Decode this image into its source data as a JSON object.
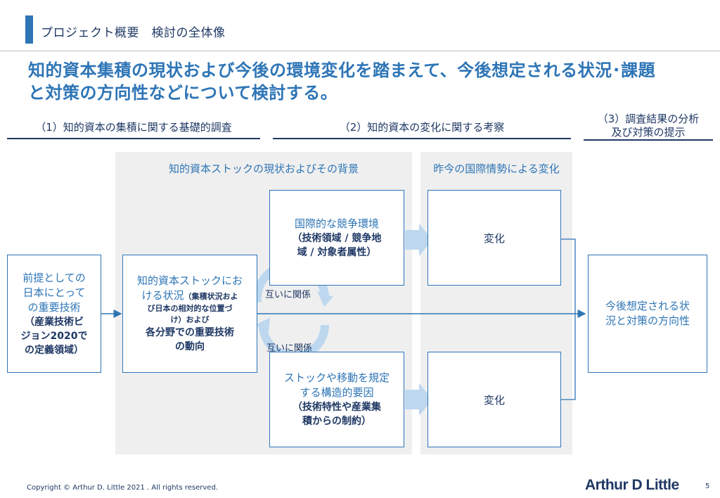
{
  "header": {
    "title": "プロジェクト概要　検討の全体像"
  },
  "headline": {
    "line1": "知的資本集積の現状および今後の環境変化を踏まえて、今後想定される状況･課題",
    "line2": "と対策の方向性などについて検討する。"
  },
  "sections": [
    {
      "label": "（1）知的資本の集積に関する基礎的調査"
    },
    {
      "label": "（2）知的資本の変化に関する考察"
    },
    {
      "label_line1": "（3）調査結果の分析",
      "label_line2": "及び対策の提示"
    }
  ],
  "panels": {
    "stock_title": "知的資本ストックの現状およびその背景",
    "intl_title": "昨今の国際情勢による変化"
  },
  "boxes": {
    "premise": {
      "line1": "前提としての",
      "line2": "日本にとって",
      "line3": "の重要技術",
      "line4": "（産業技術ビ",
      "line5": "ジョン2020で",
      "line6": "の定義領域）"
    },
    "status": {
      "line1": "知的資本ストックにお",
      "line2_main": "ける状況",
      "line2_small": "（集積状況およ",
      "line3_small": "び日本の相対的な位置づ",
      "line4_small": "け）および",
      "line5": "各分野での重要技術",
      "line6": "の動向"
    },
    "competition": {
      "line1": "国際的な競争環境",
      "line2": "（技術領域 / 競争地",
      "line3": "域 / 対象者属性）"
    },
    "structure": {
      "line1": "ストックや移動を規定",
      "line2": "する構造的要因",
      "line3": "（技術特性や産業集",
      "line4": "積からの制約）"
    },
    "change_top": "変化",
    "change_bottom": "変化",
    "result": {
      "line1": "今後想定される状",
      "line2": "況と対策の方向性"
    }
  },
  "relations": {
    "upper": "互いに関係",
    "lower": "互いに関係"
  },
  "footer": {
    "copyright": "Copyright © Arthur D. Little 2021 . All rights reserved.",
    "logo": "Arthur D Little",
    "page": "5"
  },
  "colors": {
    "navy": "#1f3864",
    "blue": "#2e75b6",
    "light_blue_arrow": "#bdd7ee",
    "panel_gray": "#efefef"
  }
}
